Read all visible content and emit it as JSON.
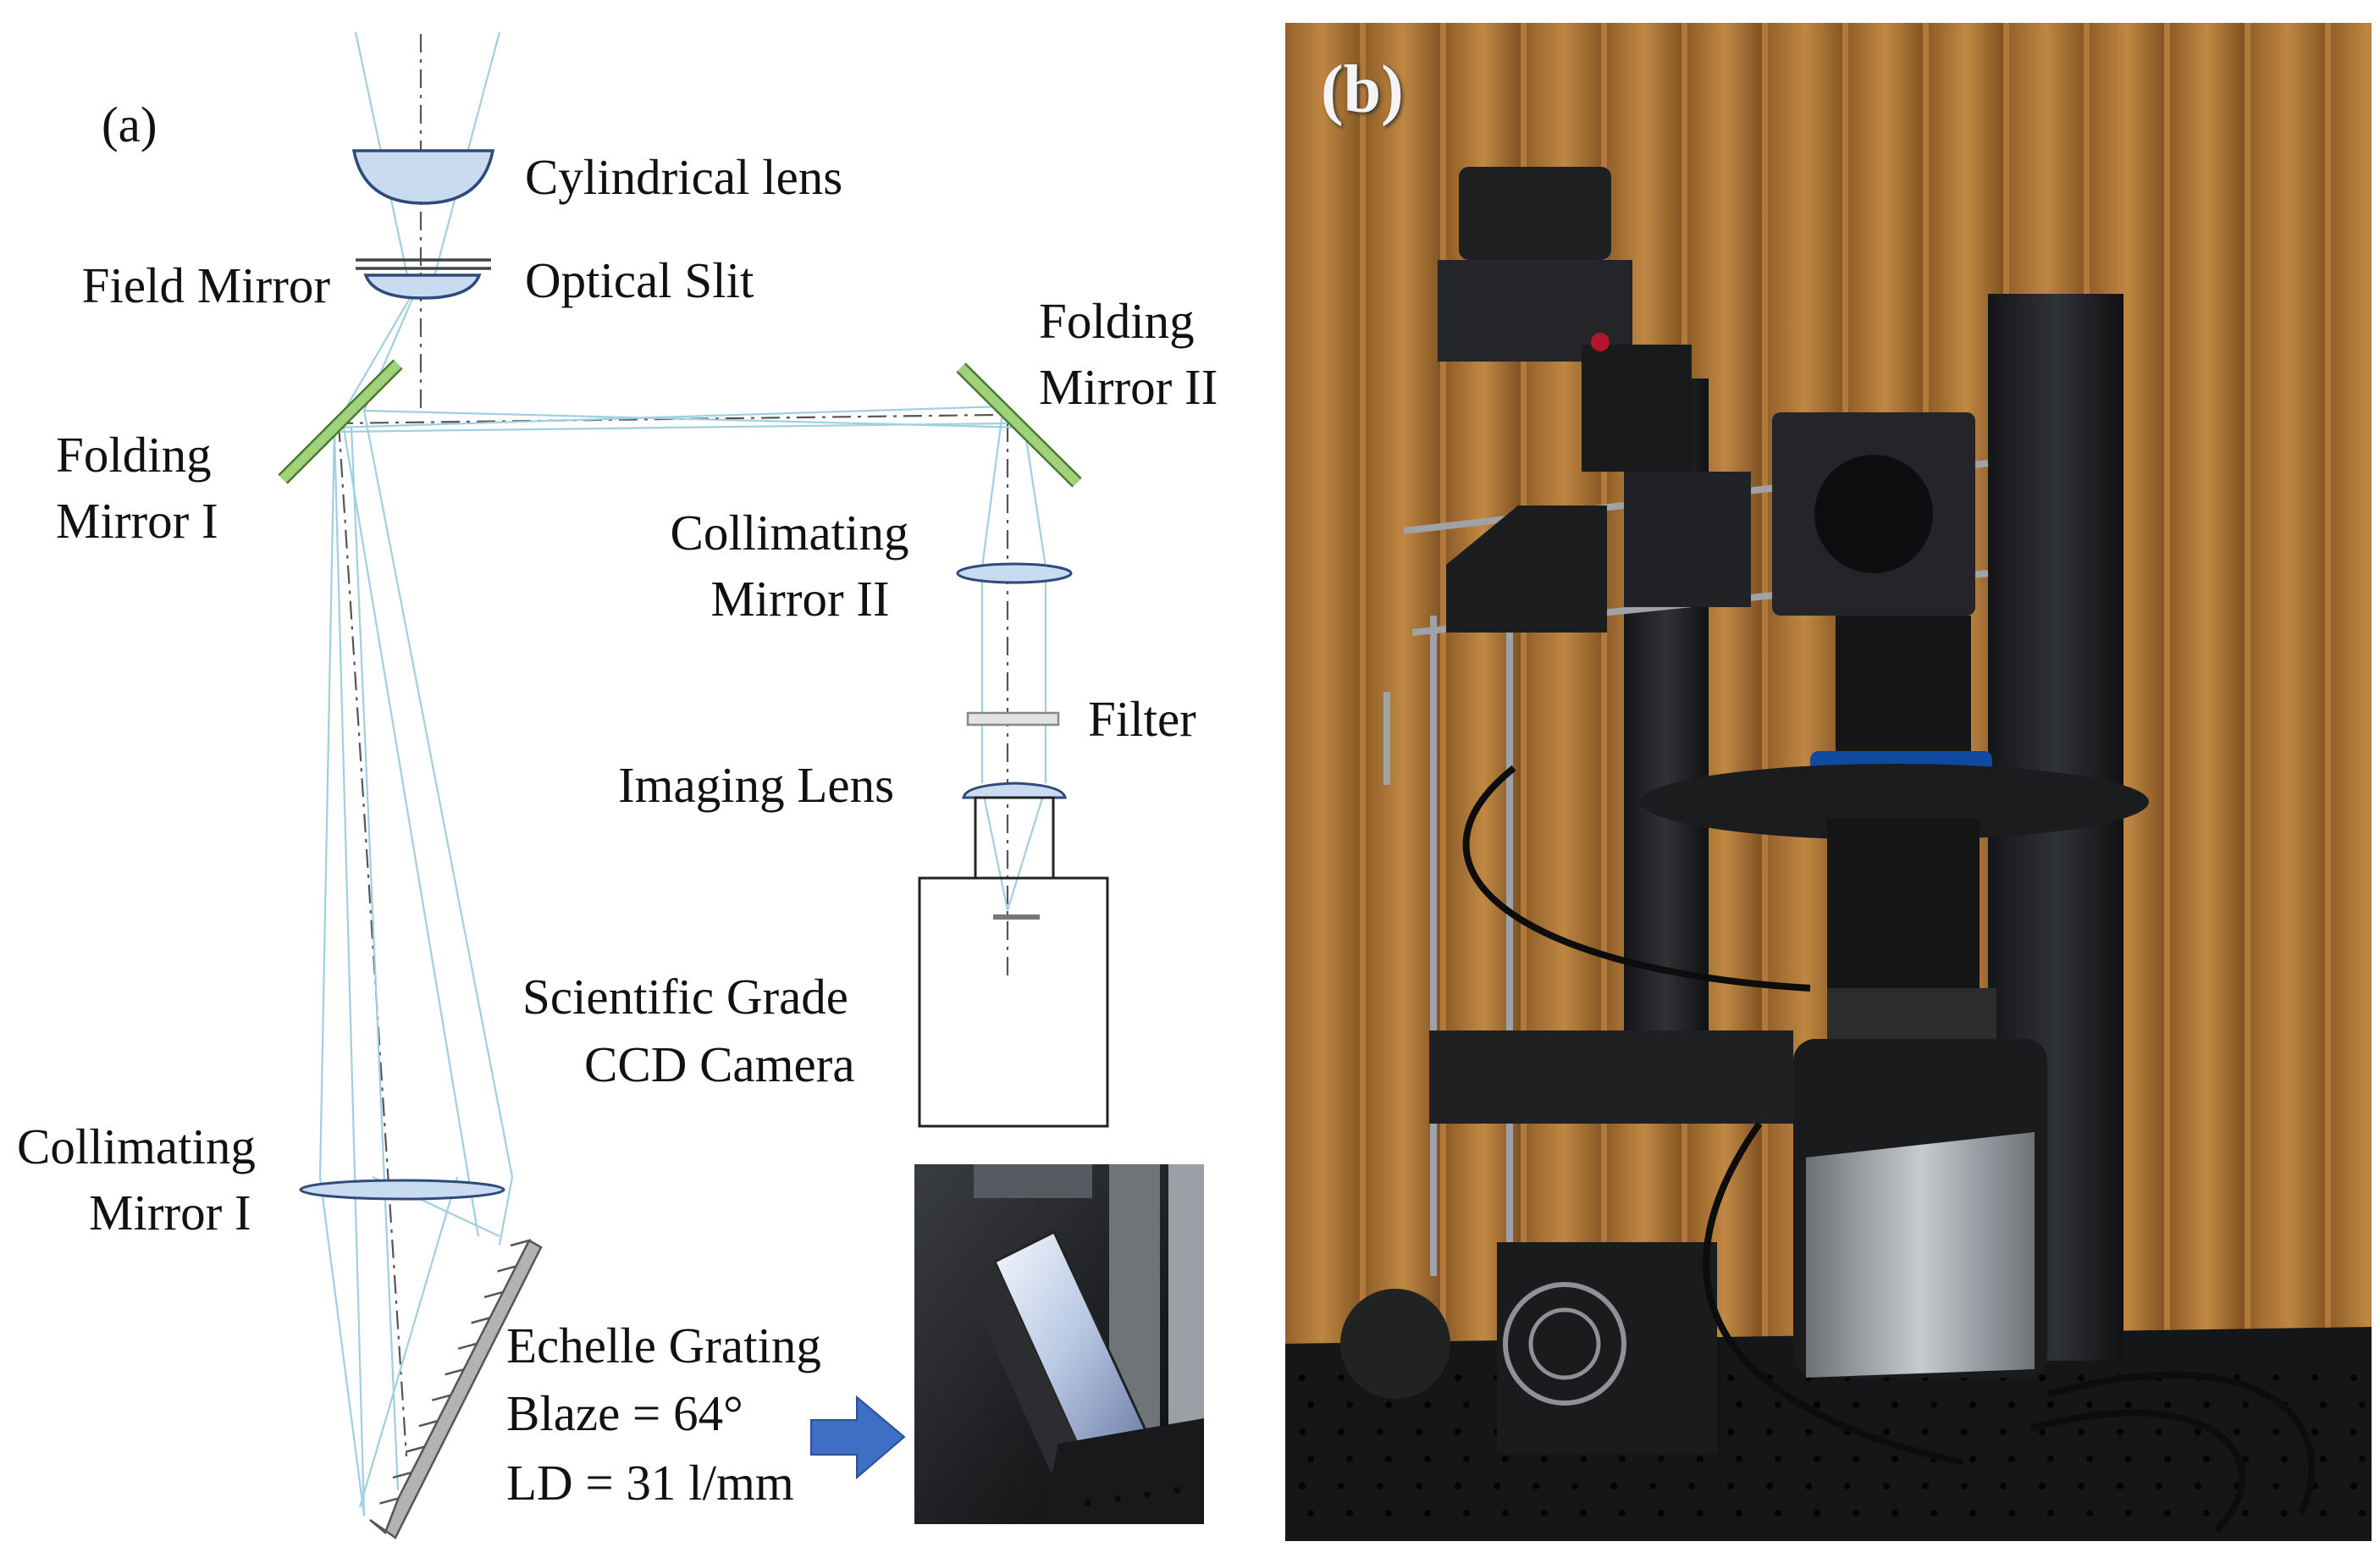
{
  "panel_a": {
    "label": "(a)",
    "components": {
      "cylindrical_lens": "Cylindrical lens",
      "optical_slit": "Optical Slit",
      "field_mirror": "Field Mirror",
      "folding_mirror_1": [
        "Folding",
        "Mirror I"
      ],
      "folding_mirror_2": [
        "Folding",
        "Mirror II"
      ],
      "collimating_mirror_2": [
        "Collimating",
        "Mirror II"
      ],
      "filter": "Filter",
      "imaging_lens": "Imaging Lens",
      "ccd_camera": [
        "Scientific Grade",
        "CCD Camera"
      ],
      "collimating_mirror_1": [
        "Collimating",
        "Mirror I"
      ],
      "echelle_grating": [
        "Echelle Grating",
        "Blaze = 64°",
        "LD = 31 l/mm"
      ]
    }
  },
  "panel_b": {
    "label": "(b)"
  },
  "colors": {
    "ray": "#9fcfe0",
    "lens_fill": "#c9dbf1",
    "lens_stroke": "#2e4a78",
    "mirror_green": "#8fc56a",
    "arrow_blue": "#3f6fc4",
    "axis": "#555555"
  }
}
